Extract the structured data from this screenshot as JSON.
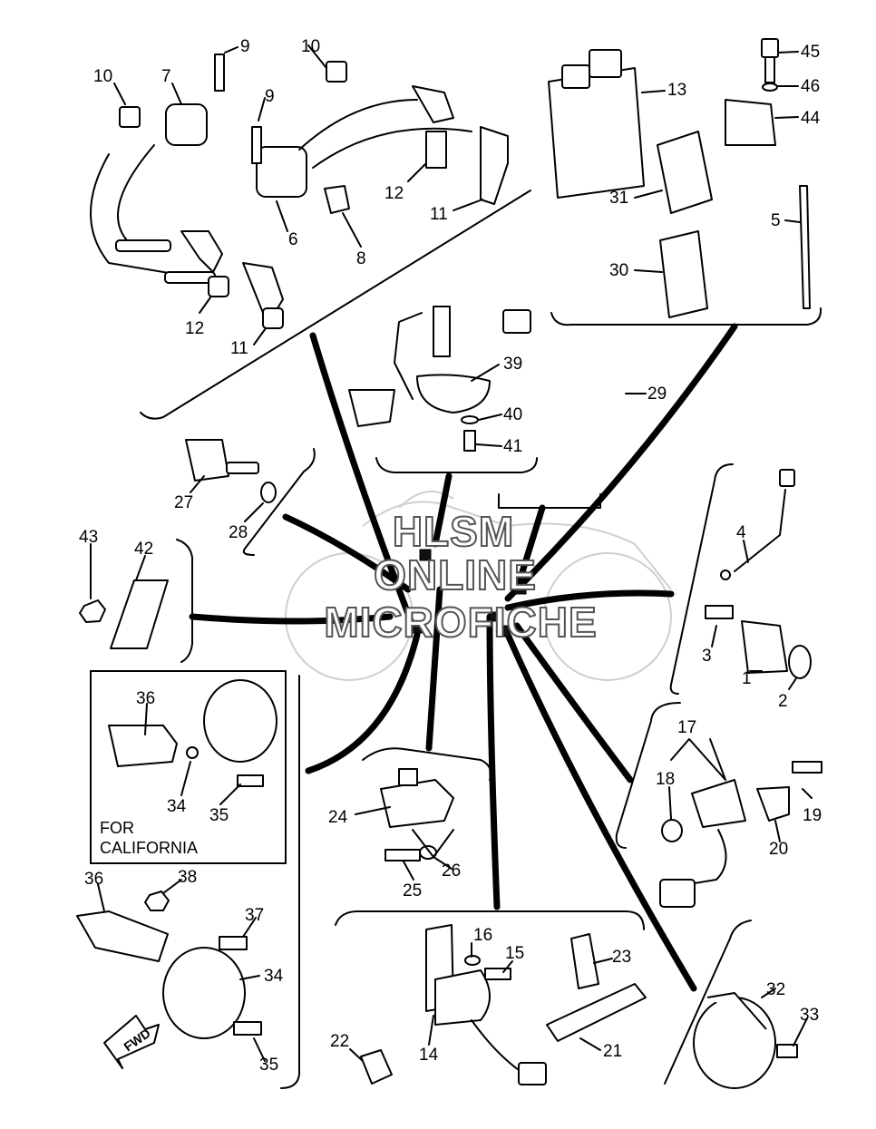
{
  "parts": {
    "p1": "1",
    "p2": "2",
    "p3": "3",
    "p4": "4",
    "p5": "5",
    "p6": "6",
    "p7": "7",
    "p8": "8",
    "p9a": "9",
    "p9b": "9",
    "p10a": "10",
    "p10b": "10",
    "p11a": "11",
    "p11b": "11",
    "p12a": "12",
    "p12b": "12",
    "p13": "13",
    "p14": "14",
    "p15": "15",
    "p16": "16",
    "p17": "17",
    "p18": "18",
    "p19": "19",
    "p20": "20",
    "p21": "21",
    "p22": "22",
    "p23": "23",
    "p24": "24",
    "p25": "25",
    "p26": "26",
    "p27": "27",
    "p28": "28",
    "p29": "29",
    "p30": "30",
    "p31": "31",
    "p32": "32",
    "p33": "33",
    "p34a": "34",
    "p34b": "34",
    "p35a": "35",
    "p35b": "35",
    "p36a": "36",
    "p36b": "36",
    "p37": "37",
    "p38": "38",
    "p39": "39",
    "p40": "40",
    "p41": "41",
    "p42": "42",
    "p43": "43",
    "p44": "44",
    "p45": "45",
    "p46": "46"
  },
  "notes": {
    "california_line1": "FOR",
    "california_line2": "CALIFORNIA",
    "fwd": "FWD"
  },
  "watermark": {
    "line1": "HLSM",
    "line2": "ONLINE",
    "line3": "MICROFICHE"
  }
}
